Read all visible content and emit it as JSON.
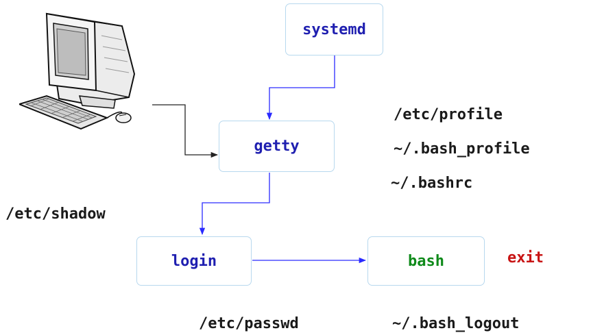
{
  "nodes": {
    "systemd": {
      "label": "systemd",
      "color": "#1f1fb0"
    },
    "getty": {
      "label": "getty",
      "color": "#1f1fb0"
    },
    "login": {
      "label": "login",
      "color": "#1f1fb0"
    },
    "bash": {
      "label": "bash",
      "color": "#0f8a1a"
    }
  },
  "files": {
    "etc_profile": "/etc/profile",
    "bash_profile": "~/.bash_profile",
    "bashrc": "~/.bashrc",
    "etc_shadow": "/etc/shadow",
    "etc_passwd": "/etc/passwd",
    "bash_logout": "~/.bash_logout"
  },
  "exit_label": {
    "text": "exit",
    "color": "#c81414"
  },
  "icons": {
    "computer": "desktop-computer-icon"
  },
  "colors": {
    "arrow_blue": "#2a2aff",
    "arrow_black": "#222222",
    "box_border": "#b7d8ee"
  }
}
